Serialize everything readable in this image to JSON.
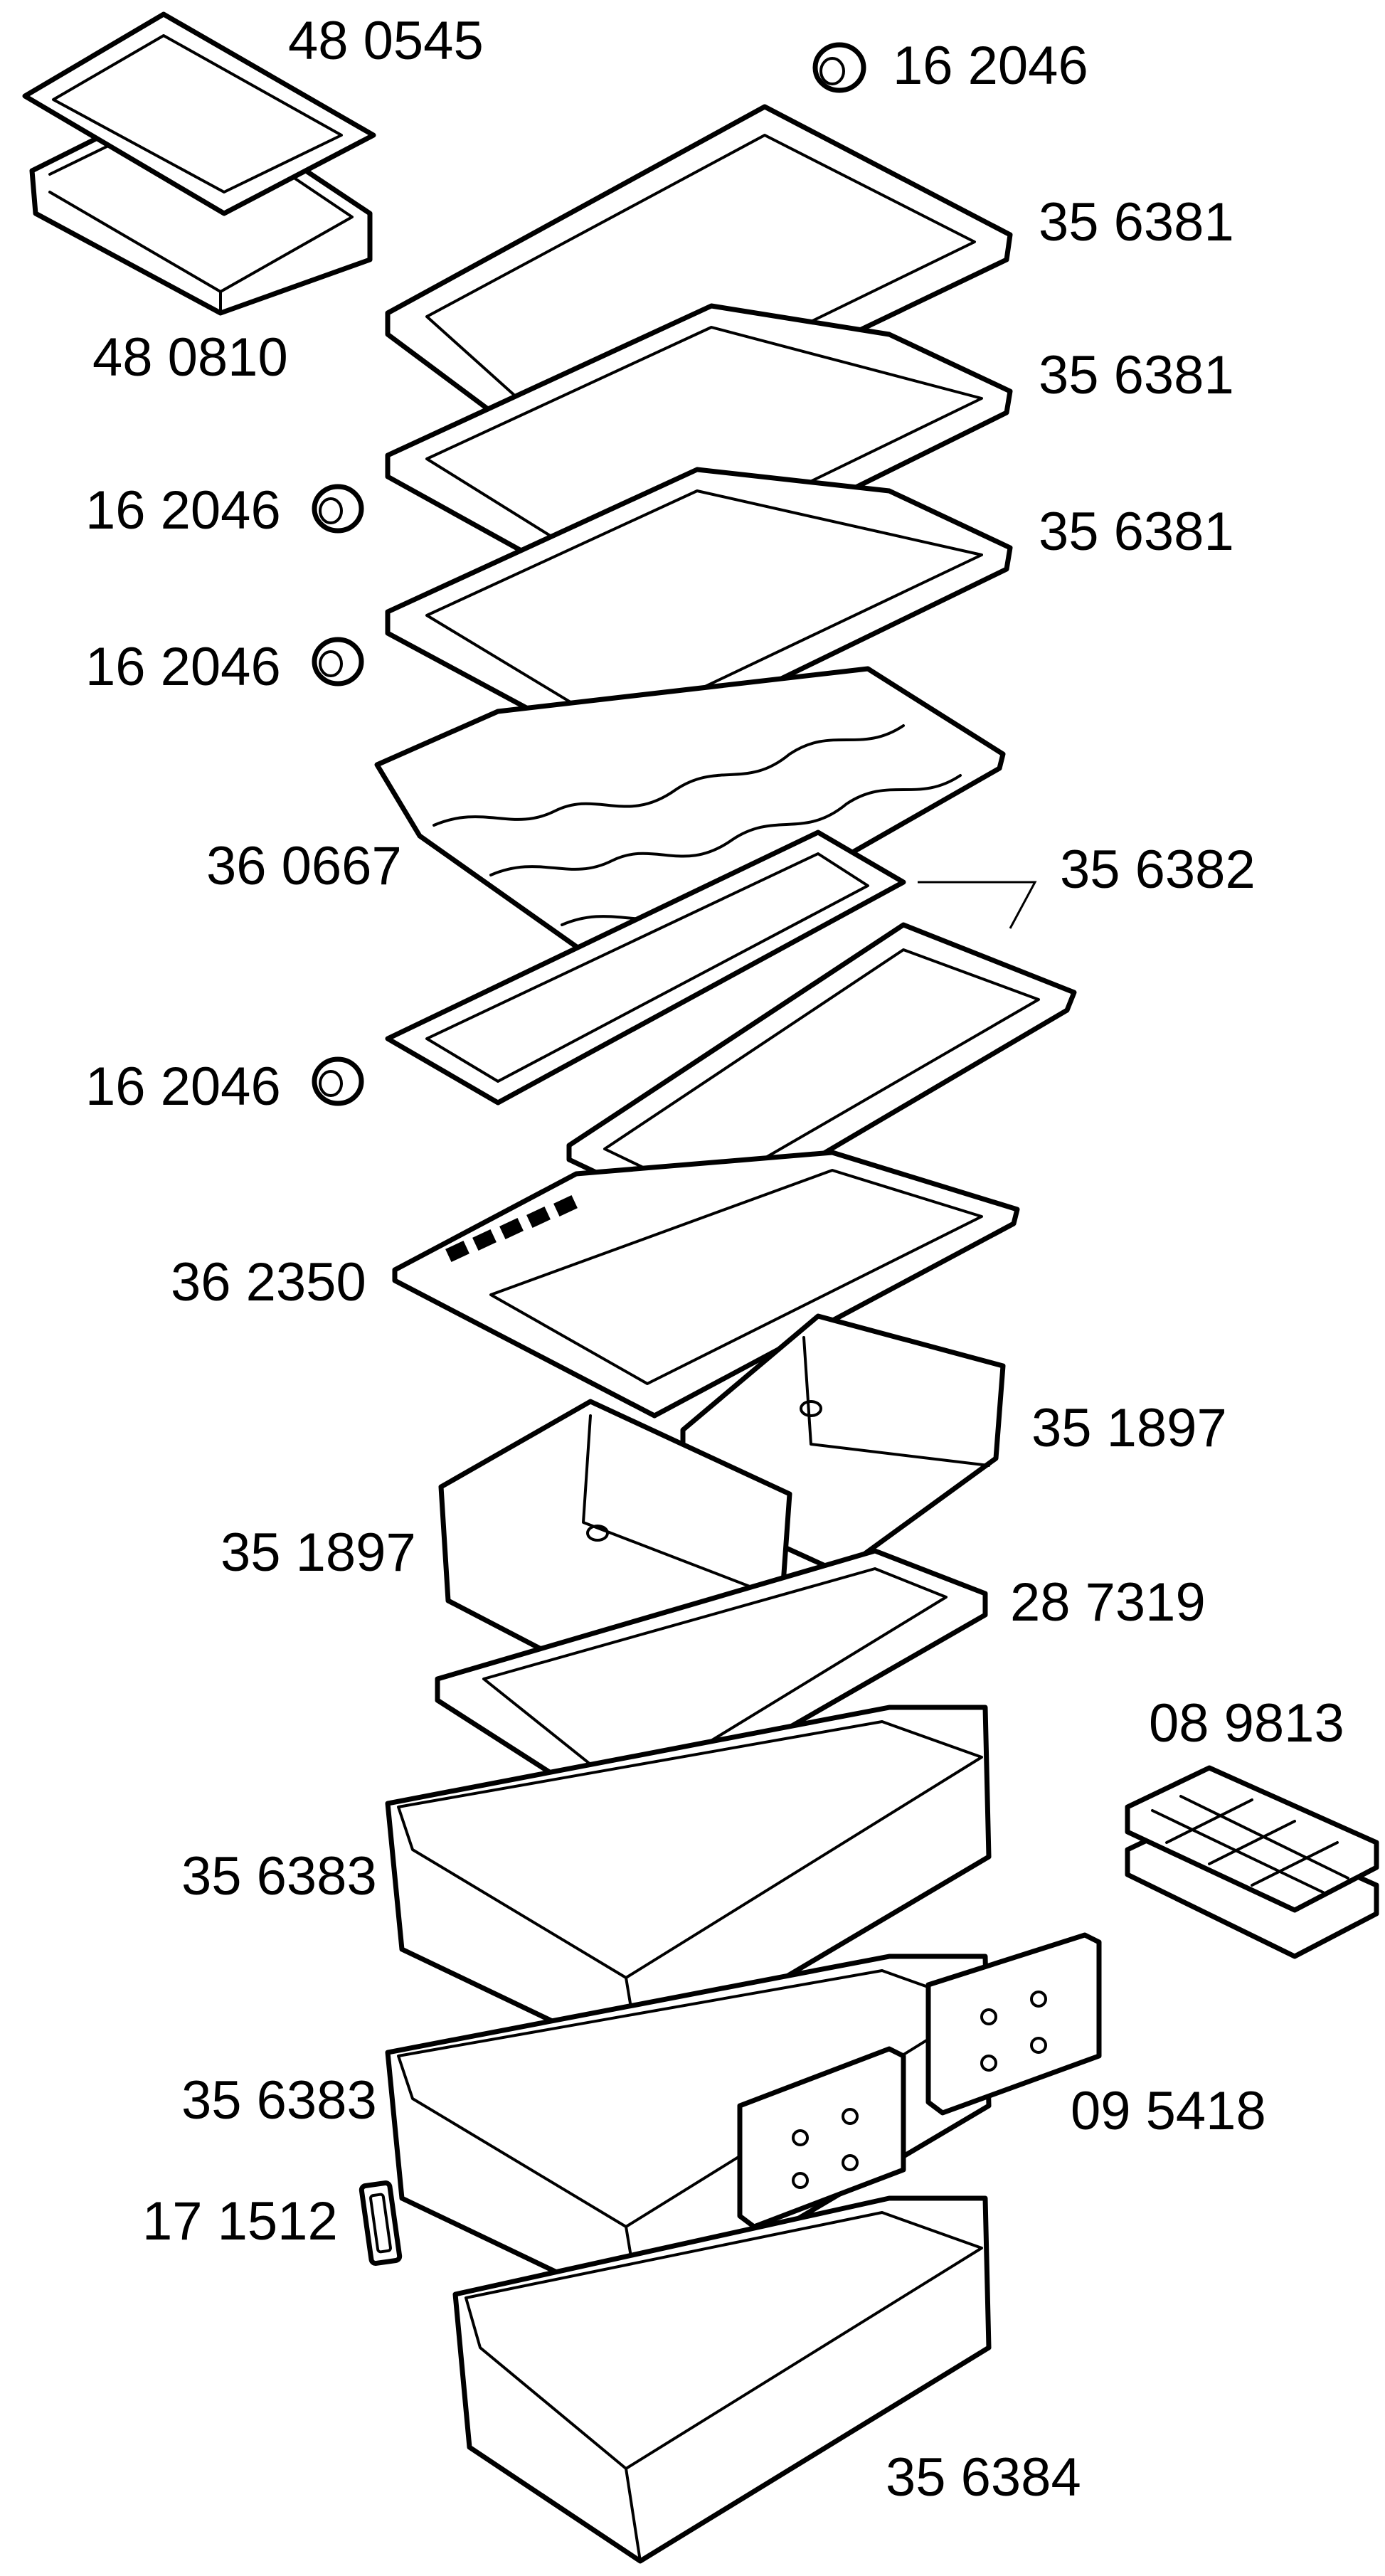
{
  "diagram": {
    "labels": {
      "part_480545": "48 0545",
      "part_480810": "48 0810",
      "spacer_top": "16 2046",
      "shelf_1": "35 6381",
      "shelf_2": "35 6381",
      "shelf_3": "35 6381",
      "spacer_1": "16 2046",
      "spacer_2": "16 2046",
      "bottle_rack": "36 0667",
      "split_shelf": "35 6382",
      "spacer_3": "16 2046",
      "vent_shelf": "36 2350",
      "bin_right": "35 1897",
      "bin_left": "35 1897",
      "bin_frame": "28 7319",
      "ice_trays": "08 9813",
      "drawer_1": "35 6383",
      "drawer_2": "35 6383",
      "ice_packs": "09 5418",
      "clip": "17 1512",
      "drawer_bottom": "35 6384"
    }
  }
}
